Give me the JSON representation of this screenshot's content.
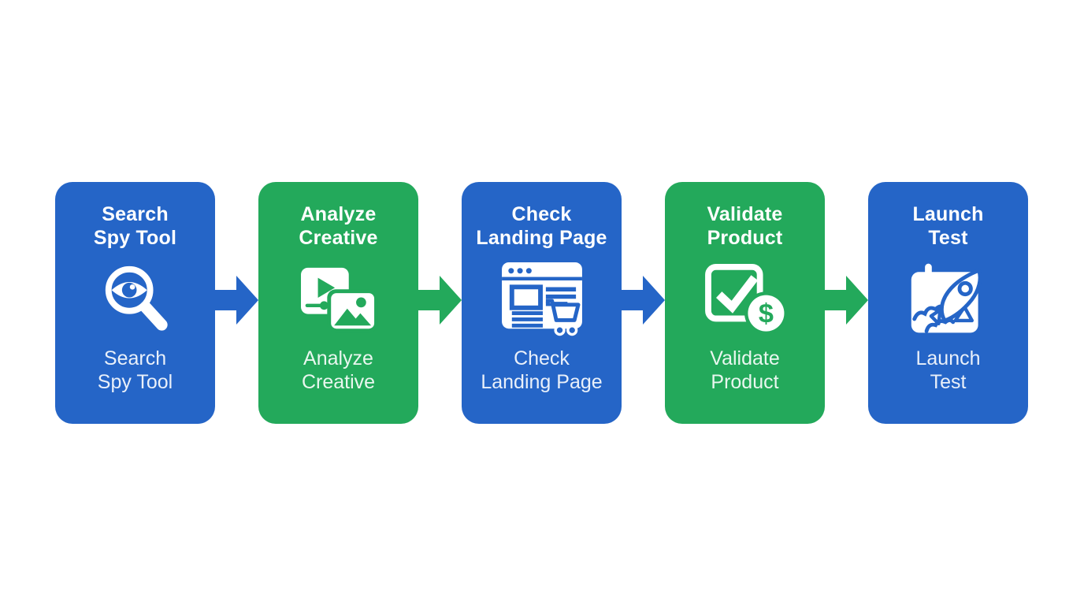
{
  "colors": {
    "blue": "#2565C7",
    "green": "#23A95B",
    "icon_white": "#ffffff",
    "background": "#ffffff"
  },
  "diagram": {
    "type": "process-flow",
    "direction": "left-to-right"
  },
  "steps": [
    {
      "title_lines": [
        "Search",
        "Spy Tool"
      ],
      "subtitle_lines": [
        "Search",
        "Spy Tool"
      ],
      "color": "blue",
      "icon": "spy-search-eye-icon"
    },
    {
      "title_lines": [
        "Analyze",
        "Creative"
      ],
      "subtitle_lines": [
        "Analyze",
        "Creative"
      ],
      "color": "green",
      "icon": "video-image-media-icon"
    },
    {
      "title_lines": [
        "Check",
        "Landing Page"
      ],
      "subtitle_lines": [
        "Check",
        "Landing Page"
      ],
      "color": "blue",
      "icon": "browser-cart-icon"
    },
    {
      "title_lines": [
        "Validate",
        "Product"
      ],
      "subtitle_lines": [
        "Validate",
        "Product"
      ],
      "color": "green",
      "icon": "checkbox-dollar-icon"
    },
    {
      "title_lines": [
        "Launch",
        "Test"
      ],
      "subtitle_lines": [
        "Launch",
        "Test"
      ],
      "color": "blue",
      "icon": "calendar-rocket-icon"
    }
  ],
  "arrows": [
    {
      "color": "blue"
    },
    {
      "color": "green"
    },
    {
      "color": "blue"
    },
    {
      "color": "green"
    }
  ]
}
